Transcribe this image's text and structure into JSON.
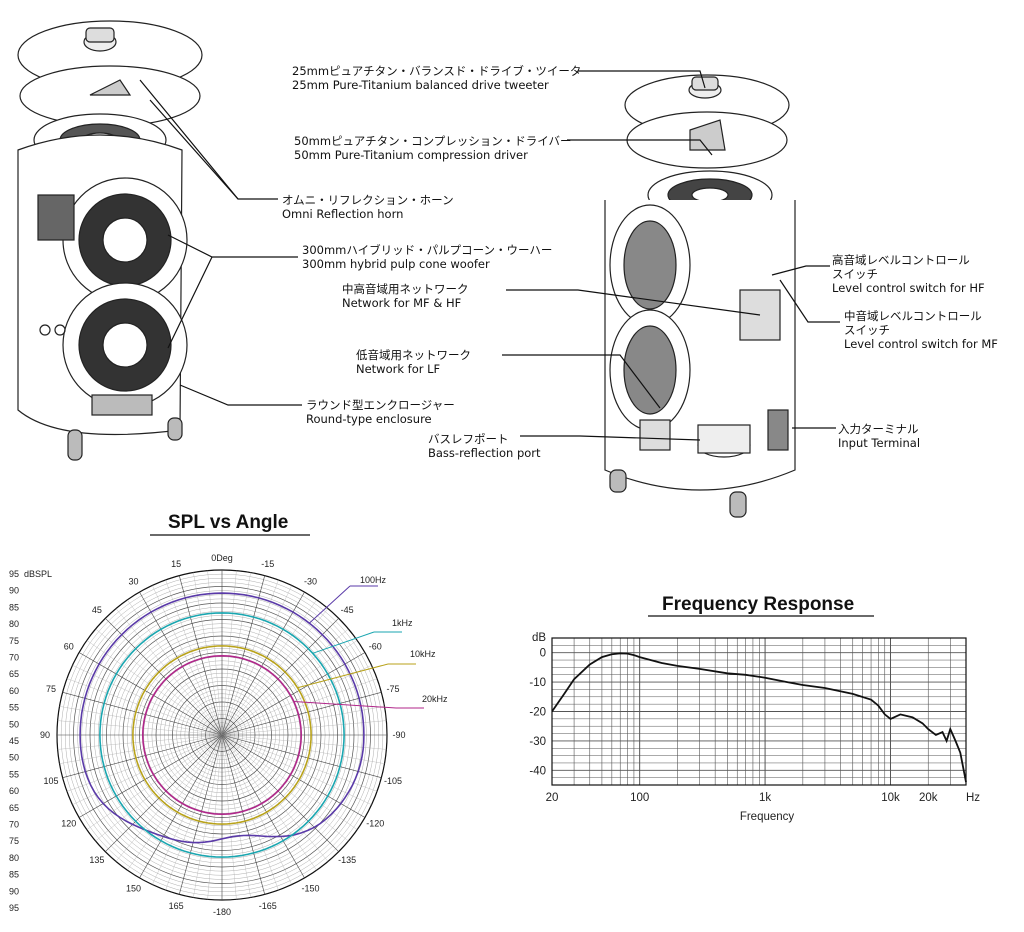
{
  "diagram": {
    "labels": [
      {
        "id": "tweeter",
        "ja": "25mmピュアチタン・バランスド・ドライブ・ツイータ",
        "en": "25mm Pure-Titanium balanced drive tweeter"
      },
      {
        "id": "driver",
        "ja": "50mmピュアチタン・コンプレッション・ドライバー",
        "en": "50mm Pure-Titanium compression driver"
      },
      {
        "id": "horn",
        "ja": "オムニ・リフレクション・ホーン",
        "en": "Omni Reflection horn"
      },
      {
        "id": "woofer",
        "ja": "300mmハイブリッド・パルプコーン・ウーハー",
        "en": "300mm hybrid pulp cone woofer"
      },
      {
        "id": "network-mfhf",
        "ja": "中高音域用ネットワーク",
        "en": "Network for MF & HF"
      },
      {
        "id": "network-lf",
        "ja": "低音域用ネットワーク",
        "en": "Network for LF"
      },
      {
        "id": "enclosure",
        "ja": "ラウンド型エンクロージャー",
        "en": "Round-type enclosure"
      },
      {
        "id": "port",
        "ja": "バスレフポート",
        "en": "Bass-reflection port"
      },
      {
        "id": "hf-switch",
        "ja": "高音域レベルコントロール\nスイッチ",
        "en": "Level control switch for HF"
      },
      {
        "id": "mf-switch",
        "ja": "中音域レベルコントロール\nスイッチ",
        "en": "Level control switch for MF"
      },
      {
        "id": "terminal",
        "ja": "入力ターミナル",
        "en": "Input Terminal"
      }
    ]
  },
  "chart_data": [
    {
      "type": "polar",
      "title": "SPL vs Angle",
      "unit_label": "dBSPL",
      "radial_ticks": [
        "95",
        "90",
        "85",
        "80",
        "75",
        "70",
        "65",
        "60",
        "55",
        "50",
        "45",
        "50",
        "55",
        "60",
        "65",
        "70",
        "75",
        "80",
        "85",
        "90",
        "95"
      ],
      "angle_ticks": [
        "0Deg",
        "15",
        "30",
        "45",
        "60",
        "75",
        "90",
        "105",
        "120",
        "135",
        "150",
        "165",
        "-180",
        "-165",
        "-150",
        "-135",
        "-120",
        "-105",
        "-90",
        "-75",
        "-60",
        "-45",
        "-30",
        "-15"
      ],
      "series": [
        {
          "name": "100Hz",
          "color": "#5a3aa8",
          "shape": "cardioid-rear-dip",
          "level": 88
        },
        {
          "name": "1kHz",
          "color": "#1aa6b0",
          "shape": "circle",
          "level": 82
        },
        {
          "name": "10kHz",
          "color": "#b8a21a",
          "shape": "circle",
          "level": 72
        },
        {
          "name": "20kHz",
          "color": "#b0268a",
          "shape": "circle",
          "level": 69
        }
      ]
    },
    {
      "type": "line",
      "title": "Frequency Response",
      "xlabel": "Frequency",
      "ylabel": "dB",
      "x_scale": "log",
      "xlim": [
        20,
        40000
      ],
      "ylim": [
        -45,
        5
      ],
      "x_ticks": [
        "20",
        "100",
        "1k",
        "10k",
        "20k",
        "Hz"
      ],
      "y_ticks": [
        "0",
        "-10",
        "-20",
        "-30",
        "-40"
      ],
      "series": [
        {
          "name": "",
          "x": [
            20,
            25,
            30,
            40,
            50,
            60,
            70,
            80,
            90,
            100,
            150,
            200,
            300,
            500,
            700,
            1000,
            1500,
            2000,
            3000,
            5000,
            7000,
            8000,
            9000,
            10000,
            12000,
            15000,
            18000,
            20000,
            23000,
            26000,
            28000,
            30000,
            33000,
            36000,
            40000
          ],
          "y": [
            -20,
            -14,
            -9,
            -4,
            -1.5,
            -0.5,
            -0.2,
            -0.3,
            -0.8,
            -1.5,
            -3.5,
            -4.5,
            -5.5,
            -7,
            -7.5,
            -8.5,
            -10,
            -11,
            -12,
            -14,
            -16,
            -18,
            -21,
            -22.5,
            -21,
            -22,
            -24,
            -26,
            -28,
            -27,
            -30,
            -26,
            -30,
            -34,
            -44
          ]
        }
      ]
    }
  ]
}
